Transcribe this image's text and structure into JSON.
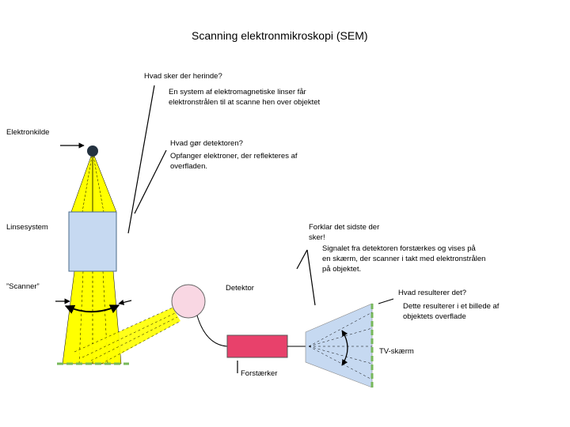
{
  "title": "Scanning elektronmikroskopi (SEM)",
  "labels": {
    "q_inside": "Hvad sker der herinde?",
    "a_inside_1": "En system af elektromagnetiske linser får",
    "a_inside_2": "elektronstrålen til at scanne hen over objektet",
    "source": "Elektronkilde",
    "q_detector": "Hvad gør detektoren?",
    "a_detector_1": "Opfanger elektroner, der reflekteres af",
    "a_detector_2": "overfladen.",
    "lens_system": "Linsesystem",
    "q_last_1": "Forklar det sidste der",
    "q_last_2": "sker!",
    "a_last_1": "Signalet fra detektoren forstærkes og vises på",
    "a_last_2": "en skærm, der scanner i takt med elektronstrålen",
    "a_last_3": "på objektet.",
    "scanner": "”Scanner”",
    "detector": "Detektor",
    "q_result": "Hvad resulterer det?",
    "a_result_1": "Dette resulterer i et billede af",
    "a_result_2": "objektets overflade",
    "tv_screen": "TV-skærm",
    "amplifier": "Forstærker"
  },
  "colors": {
    "beam": "#ffff00",
    "lens": "#c6d9f1",
    "detector": "#f9d7e3",
    "amplifier": "#e8416b",
    "screen": "#c6d9f1",
    "dashed_line": "#77b85a"
  }
}
